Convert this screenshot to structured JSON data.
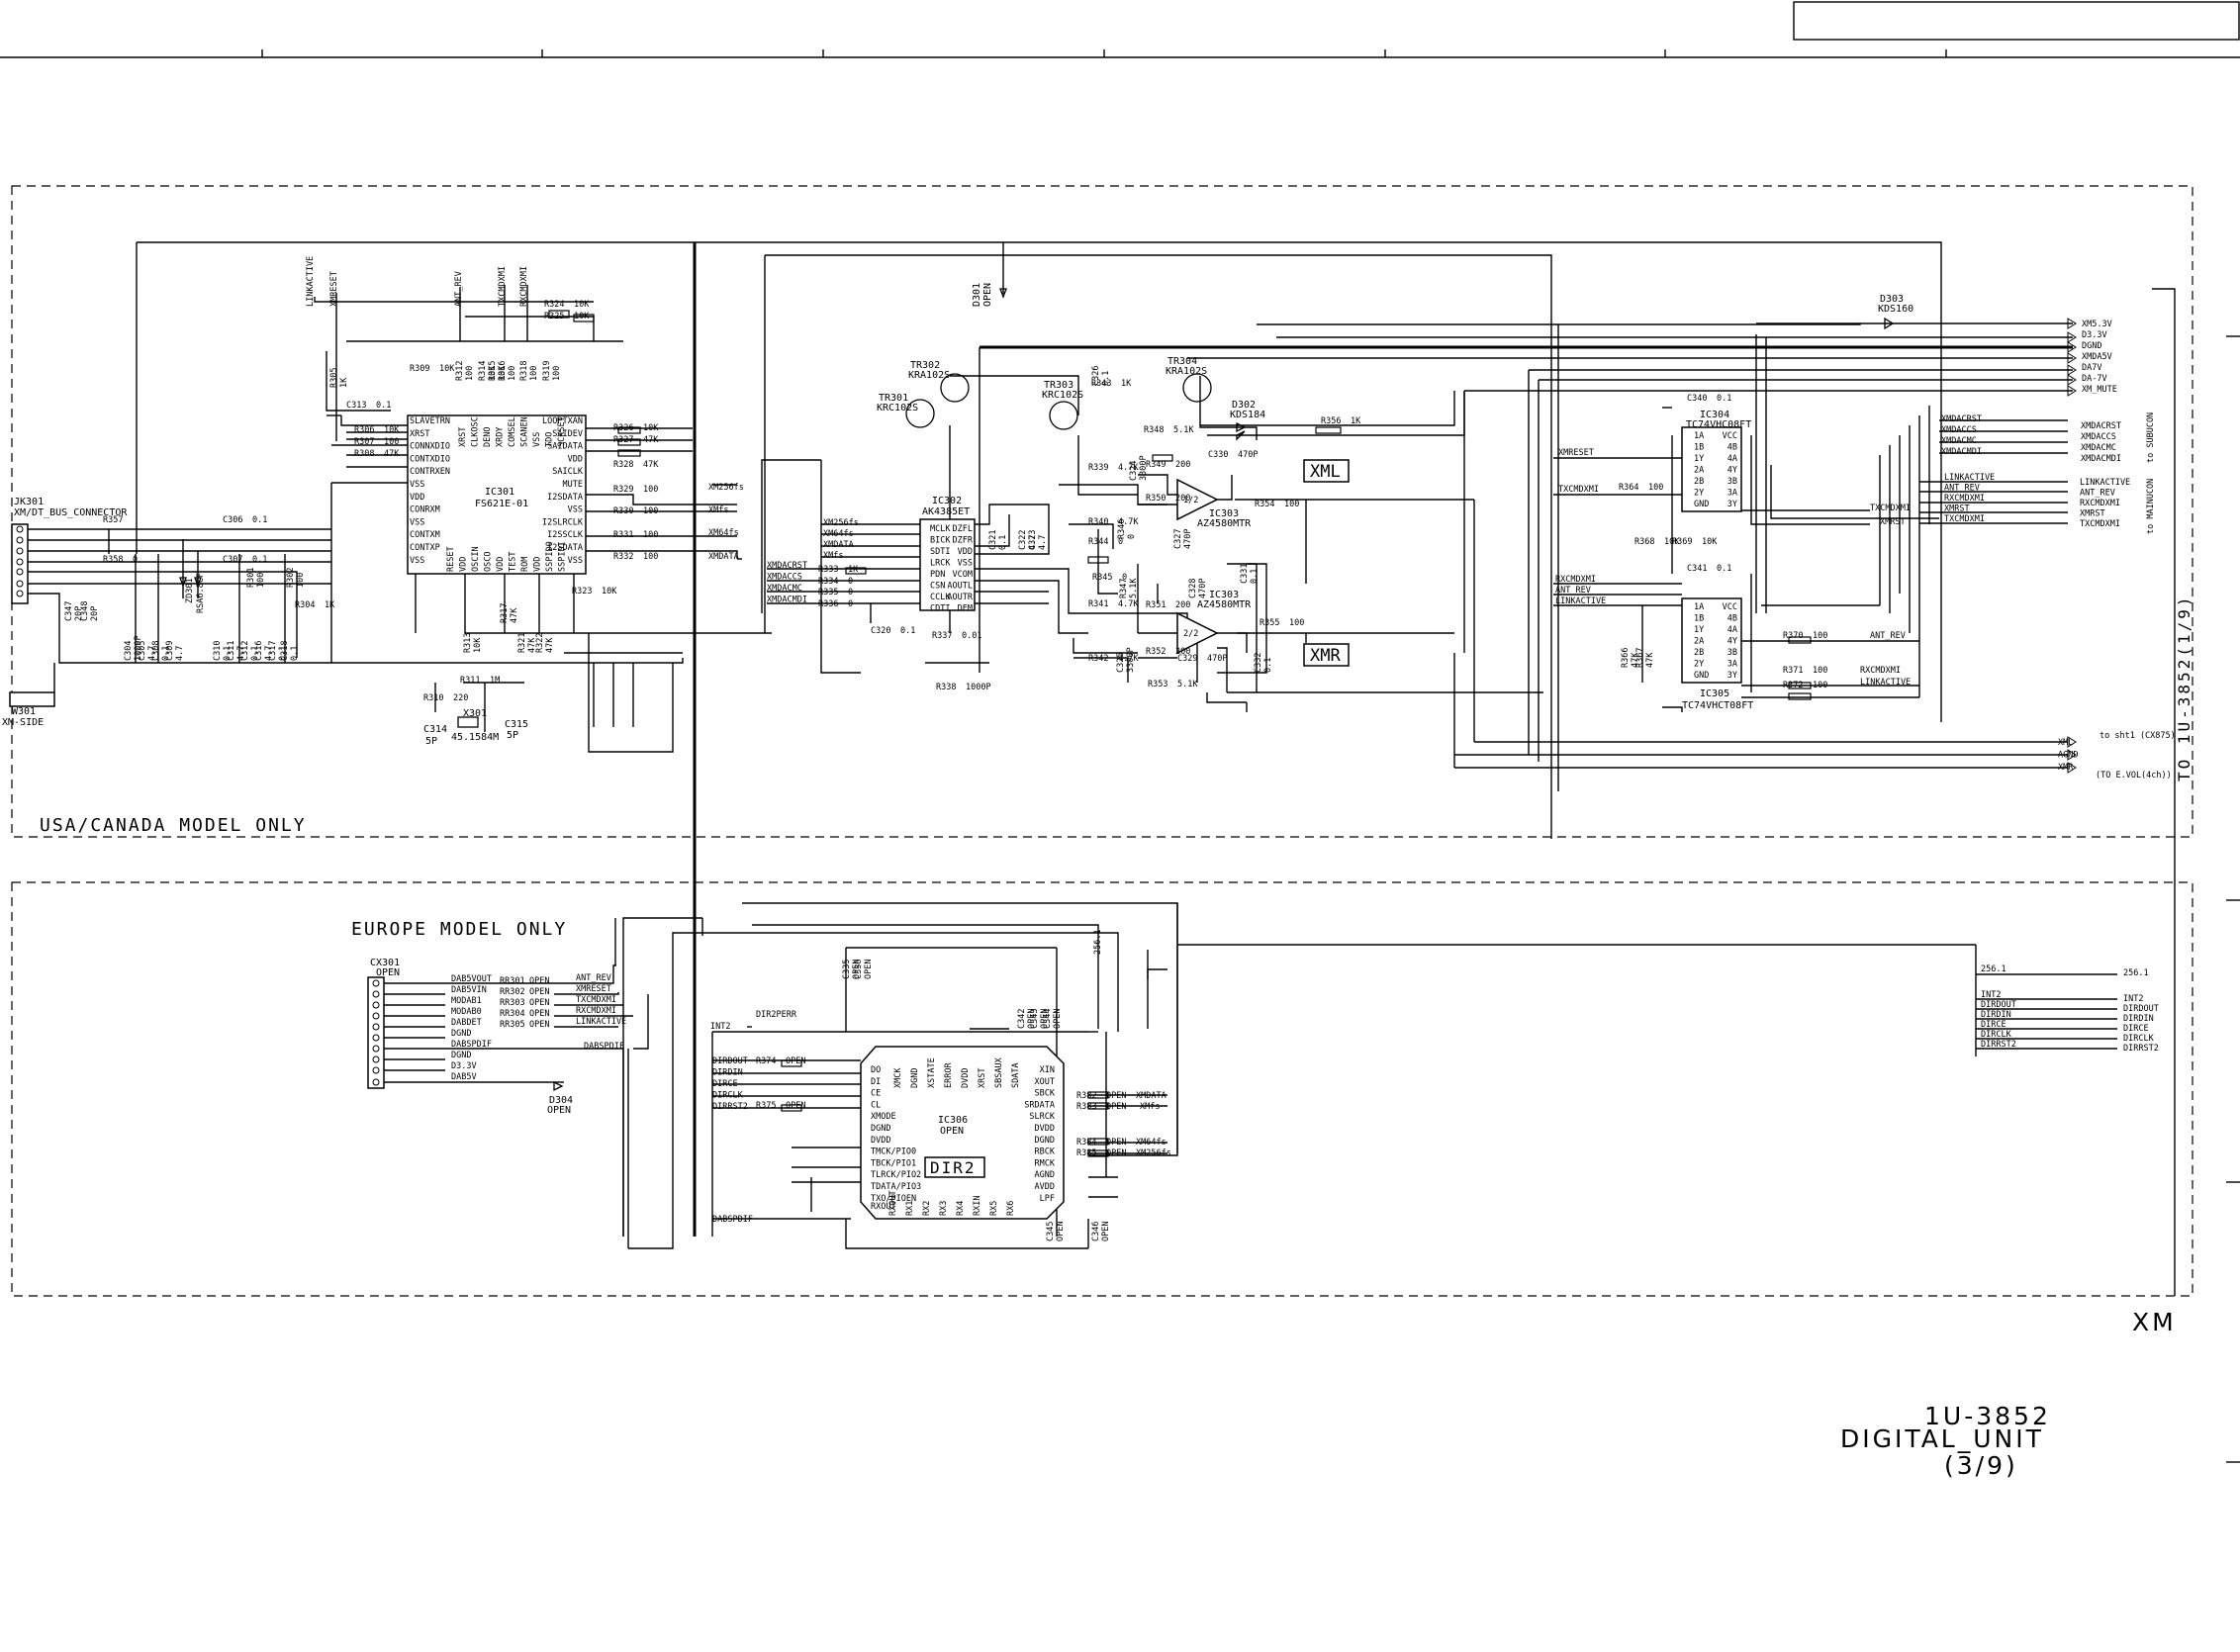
{
  "regions": {
    "usa": "USA/CANADA MODEL ONLY",
    "europe": "EUROPE MODEL ONLY"
  },
  "boxes": {
    "xml": "XML",
    "xmr": "XMR",
    "dir2": "DIR2"
  },
  "title_block": {
    "corner": "XM",
    "number": "1U-3852",
    "name": "DIGITAL_UNIT",
    "sheet": "(3/9)",
    "vertical_ref": "TO 1U-3852(1/9)"
  },
  "connectors": {
    "jk301_ref": "JK301",
    "jk301_name": "XM/DT_BUS_CONNECTOR",
    "w301_ref": "W301",
    "w301_name": "XM-SIDE",
    "cx301_ref": "CX301",
    "cx301_open": "OPEN"
  },
  "ics": {
    "ic301": {
      "ref": "IC301",
      "part": "FS621E-01",
      "left": [
        "SLAVETRN",
        "XRST",
        "CONNXDIO",
        "CONTXDIO",
        "CONTRXEN",
        "VSS",
        "VDD",
        "CONRXM",
        "VSS",
        "CONTXM",
        "CONTXP",
        "VSS"
      ],
      "top": [
        "XRST",
        "CLKOSC",
        "DENO",
        "XRDY",
        "COMSEL",
        "SCANEN",
        "VSS",
        "TDO",
        "SCKSET"
      ],
      "right": [
        "LOOPTXAN",
        "SAIDEV",
        "SAIDATA",
        "VDD",
        "SAICLK",
        "MUTE",
        "I2SDATA",
        "VSS",
        "I2SLRCLK",
        "I2SSCLK",
        "I2SDATA",
        "VSS"
      ],
      "bottom": [
        "RESET",
        "VDD",
        "OSCIN",
        "OSCO",
        "VDD",
        "TEST",
        "ROM",
        "VDD",
        "SSPIDO",
        "SSPIDI"
      ]
    },
    "ic302": {
      "ref": "IC302",
      "part": "AK4385ET",
      "left": [
        "MCLK",
        "BICK",
        "SDTI",
        "LRCK",
        "PDN",
        "CSN",
        "CCLK",
        "CDTI"
      ],
      "right": [
        "DZFL",
        "DZFR",
        "VDD",
        "VSS",
        "VCOM",
        "AOUTL",
        "AOUTR",
        "DEM"
      ]
    },
    "ic303a": {
      "ref": "IC303",
      "part": "AZ4580MTR",
      "half": "1/2"
    },
    "ic303b": {
      "ref": "IC303",
      "part": "AZ4580MTR",
      "half": "2/2"
    },
    "ic304": {
      "ref": "IC304",
      "part": "TC74VHC08FT",
      "left": [
        "1A",
        "1B",
        "1Y",
        "2A",
        "2B",
        "2Y",
        "GND"
      ],
      "right": [
        "VCC",
        "4B",
        "4A",
        "4Y",
        "3B",
        "3A",
        "3Y"
      ]
    },
    "ic305": {
      "ref": "IC305",
      "part": "TC74VHCT08FT",
      "left": [
        "1A",
        "1B",
        "1Y",
        "2A",
        "2B",
        "2Y",
        "GND"
      ],
      "right": [
        "VCC",
        "4B",
        "4A",
        "4Y",
        "3B",
        "3A",
        "3Y"
      ]
    },
    "ic306": {
      "ref": "IC306",
      "part": "OPEN",
      "left": [
        "DO",
        "DI",
        "CE",
        "CL",
        "XMODE",
        "DGND",
        "DVDD",
        "TMCK/PIO0",
        "TBCK/PIO1",
        "TLRCK/PIO2",
        "TDATA/PIO3",
        "TXO/PIOEN"
      ],
      "right": [
        "XIN",
        "XOUT",
        "SBCK",
        "SRDATA",
        "SLRCK",
        "DVDD",
        "DGND",
        "RBCK",
        "RMCK",
        "AGND",
        "AVDD",
        "LPF"
      ],
      "top": [
        "XMCK",
        "DGND",
        "XSTATE",
        "ERROR",
        "DVDD",
        "XRST",
        "SBSAUX",
        "SDATA"
      ],
      "bottom": [
        "RXOUT",
        "RX1",
        "RX2",
        "RX3",
        "RX4",
        "RXIN",
        "RX5",
        "RX6"
      ]
    }
  },
  "transistors": [
    {
      "ref": "TR301",
      "part": "KRC102S"
    },
    {
      "ref": "TR302",
      "part": "KRA102S"
    },
    {
      "ref": "TR303",
      "part": "KRC102S"
    },
    {
      "ref": "TR304",
      "part": "KRA102S"
    },
    {
      "ref": "D301",
      "part": "OPEN"
    },
    {
      "ref": "D302",
      "part": "KDS184"
    },
    {
      "ref": "D303",
      "part": "KDS160"
    },
    {
      "ref": "ZD301",
      "part": "RSA6.8CF"
    },
    {
      "ref": "D304",
      "part": "OPEN"
    }
  ],
  "crystals": [
    {
      "ref": "X301",
      "part": "45.1584M"
    },
    {
      "ref": "C314",
      "part": "5P"
    },
    {
      "ref": "C315",
      "part": "5P"
    }
  ],
  "parts": [
    {
      "ref": "R357",
      "val": ""
    },
    {
      "ref": "R358",
      "val": "0"
    },
    {
      "ref": "C306",
      "val": "0.1"
    },
    {
      "ref": "C307",
      "val": "0.1"
    },
    {
      "ref": "C347",
      "val": "20P"
    },
    {
      "ref": "C348",
      "val": "20P"
    },
    {
      "ref": "C304",
      "val": "1000P"
    },
    {
      "ref": "C305",
      "val": "4.7"
    },
    {
      "ref": "C308",
      "val": "0.1"
    },
    {
      "ref": "C309",
      "val": "4.7"
    },
    {
      "ref": "C310",
      "val": "0.1"
    },
    {
      "ref": "C311",
      "val": "4.7"
    },
    {
      "ref": "C312",
      "val": "0.1"
    },
    {
      "ref": "C316",
      "val": "4.7"
    },
    {
      "ref": "C317",
      "val": "0.1"
    },
    {
      "ref": "C318",
      "val": "0.1"
    },
    {
      "ref": "R301",
      "val": "100"
    },
    {
      "ref": "R302",
      "val": "100"
    },
    {
      "ref": "R304",
      "val": "1K"
    },
    {
      "ref": "R305",
      "val": "1K"
    },
    {
      "ref": "R306",
      "val": "10K"
    },
    {
      "ref": "R307",
      "val": "100"
    },
    {
      "ref": "R308",
      "val": "47K"
    },
    {
      "ref": "R309",
      "val": "10K"
    },
    {
      "ref": "C313",
      "val": "0.1"
    },
    {
      "ref": "R310",
      "val": "220"
    },
    {
      "ref": "R311",
      "val": "1M"
    },
    {
      "ref": "R312",
      "val": "100"
    },
    {
      "ref": "R313",
      "val": "10K"
    },
    {
      "ref": "R314",
      "val": "10K"
    },
    {
      "ref": "R315",
      "val": "10K"
    },
    {
      "ref": "R316",
      "val": "100"
    },
    {
      "ref": "R317",
      "val": "47K"
    },
    {
      "ref": "R318",
      "val": "100"
    },
    {
      "ref": "R319",
      "val": "100"
    },
    {
      "ref": "R321",
      "val": "47K"
    },
    {
      "ref": "R322",
      "val": "47K"
    },
    {
      "ref": "R323",
      "val": "10K"
    },
    {
      "ref": "R324",
      "val": "10K"
    },
    {
      "ref": "R325",
      "val": "10K"
    },
    {
      "ref": "R326",
      "val": "10K"
    },
    {
      "ref": "R327",
      "val": "47K"
    },
    {
      "ref": "R328",
      "val": "47K"
    },
    {
      "ref": "R329",
      "val": "100"
    },
    {
      "ref": "R330",
      "val": "100"
    },
    {
      "ref": "R331",
      "val": "100"
    },
    {
      "ref": "R332",
      "val": "100"
    },
    {
      "ref": "R333",
      "val": "1K"
    },
    {
      "ref": "R334",
      "val": "0"
    },
    {
      "ref": "R335",
      "val": "0"
    },
    {
      "ref": "R336",
      "val": "0"
    },
    {
      "ref": "R337",
      "val": "0.01"
    },
    {
      "ref": "R338",
      "val": "1000P"
    },
    {
      "ref": "C320",
      "val": "0.1"
    },
    {
      "ref": "C321",
      "val": "0.1"
    },
    {
      "ref": "C322",
      "val": "4.7"
    },
    {
      "ref": "C323",
      "val": "4.7"
    },
    {
      "ref": "C326",
      "val": "0.1"
    },
    {
      "ref": "R339",
      "val": "4.7K"
    },
    {
      "ref": "R340",
      "val": "4.7K"
    },
    {
      "ref": "R341",
      "val": "4.7K"
    },
    {
      "ref": "R342",
      "val": "4.7K"
    },
    {
      "ref": "R343",
      "val": "1K"
    },
    {
      "ref": "R344",
      "val": "0"
    },
    {
      "ref": "R345",
      "val": "0"
    },
    {
      "ref": "R346",
      "val": "0"
    },
    {
      "ref": "R347",
      "val": "5.1K"
    },
    {
      "ref": "R348",
      "val": "5.1K"
    },
    {
      "ref": "R349",
      "val": "200"
    },
    {
      "ref": "R350",
      "val": "200"
    },
    {
      "ref": "R351",
      "val": "200"
    },
    {
      "ref": "R352",
      "val": "200"
    },
    {
      "ref": "R353",
      "val": "5.1K"
    },
    {
      "ref": "C324",
      "val": "3300P"
    },
    {
      "ref": "C325",
      "val": "3300P"
    },
    {
      "ref": "C327",
      "val": "470P"
    },
    {
      "ref": "C328",
      "val": "470P"
    },
    {
      "ref": "C329",
      "val": "470P"
    },
    {
      "ref": "C330",
      "val": "470P"
    },
    {
      "ref": "C331",
      "val": "0.1"
    },
    {
      "ref": "C332",
      "val": "0.1"
    },
    {
      "ref": "R354",
      "val": "100"
    },
    {
      "ref": "R355",
      "val": "100"
    },
    {
      "ref": "R356",
      "val": "1K"
    },
    {
      "ref": "C340",
      "val": "0.1"
    },
    {
      "ref": "C341",
      "val": "0.1"
    },
    {
      "ref": "R364",
      "val": "100"
    },
    {
      "ref": "R366",
      "val": "47K"
    },
    {
      "ref": "R367",
      "val": "47K"
    },
    {
      "ref": "R368",
      "val": "10K"
    },
    {
      "ref": "R369",
      "val": "10K"
    },
    {
      "ref": "R370",
      "val": "100"
    },
    {
      "ref": "R371",
      "val": "100"
    },
    {
      "ref": "R372",
      "val": "100"
    },
    {
      "ref": "R374",
      "val": "OPEN"
    },
    {
      "ref": "R375",
      "val": "OPEN"
    },
    {
      "ref": "RR301",
      "val": "OPEN"
    },
    {
      "ref": "RR302",
      "val": "OPEN"
    },
    {
      "ref": "RR303",
      "val": "OPEN"
    },
    {
      "ref": "RR304",
      "val": "OPEN"
    },
    {
      "ref": "RR305",
      "val": "OPEN"
    },
    {
      "ref": "R382",
      "val": "OPEN"
    },
    {
      "ref": "R383",
      "val": "OPEN"
    },
    {
      "ref": "R384",
      "val": "OPEN"
    },
    {
      "ref": "R385",
      "val": "OPEN"
    },
    {
      "ref": "C335",
      "val": "OPEN"
    },
    {
      "ref": "C336",
      "val": "OPEN"
    },
    {
      "ref": "C342",
      "val": "OPEN"
    },
    {
      "ref": "C343",
      "val": "OPEN"
    },
    {
      "ref": "C344",
      "val": "OPEN"
    },
    {
      "ref": "C345",
      "val": "OPEN"
    },
    {
      "ref": "C346",
      "val": "OPEN"
    }
  ],
  "nets": {
    "ic301_top": [
      "LINKACTIVE",
      "XMRESET",
      "ANT_REV",
      "TXCMDXMI",
      "RXCMDXMI"
    ],
    "dac_in": [
      "XM256fs",
      "XM64fs",
      "XMDATA",
      "XMfs",
      "XMDACRST",
      "XMDACCS",
      "XMDACMC",
      "XMDACMDI"
    ],
    "ic301_out": [
      "XM256fs",
      "XMfs",
      "XM64fs",
      "XMDATA"
    ],
    "power_out": [
      "XM5.3V",
      "D3.3V",
      "DGND",
      "XMDA5V",
      "DA7V",
      "DA-7V",
      "XM_MUTE"
    ],
    "sub_out": [
      "XMDACRST",
      "XMDACCS",
      "XMDACMC",
      "XMDACMDI"
    ],
    "sub_label": "to SUBUCON",
    "main_out": [
      "LINKACTIVE",
      "ANT_REV",
      "RXCMDXMI",
      "XMRST",
      "TXCMDXMI"
    ],
    "main_label": "to MAINUCON",
    "ic304_in": [
      "XMRESET",
      "TXCMDXMI"
    ],
    "ic304_out": [
      "TXCMDXMI",
      "XMRST"
    ],
    "ic305_in": [
      "RXCMDXMI",
      "ANT_REV",
      "LINKACTIVE"
    ],
    "ic305_out": [
      "ANT_REV",
      "RXCMDXMI",
      "LINKACTIVE"
    ],
    "audio_out": [
      "XML",
      "AGND",
      "XMR"
    ],
    "audio_label1": "to sht1 (CX875)",
    "audio_label2": "(TO E.VOL(4ch))",
    "cx301_nets": [
      "DAB5VOUT",
      "DAB5VIN",
      "MODAB1",
      "MODAB0",
      "DABDET",
      "DGND",
      "DABSPDIF",
      "DGND",
      "D3.3V",
      "DAB5V"
    ],
    "cx301_right": [
      "ANT_REV",
      "XMRESET",
      "TXCMDXMI",
      "RXCMDXMI",
      "LINKACTIVE"
    ],
    "dabspdif": "DABSPDIF",
    "dir_left": [
      "INT2",
      "DIRDOUT",
      "DIRDIN",
      "DIRCE",
      "DIRCLK",
      "DIRRST2",
      "DIR2PERR",
      "DABSPDIF"
    ],
    "dir_right": [
      "XMDATA",
      "XMfs",
      "XM64fs",
      "XM256fs"
    ],
    "europe_out": [
      "256.1",
      "INT2",
      "DIRDOUT",
      "DIRDIN",
      "DIRCE",
      "DIRCLK",
      "DIRRST2"
    ],
    "net_256": "256.1"
  }
}
